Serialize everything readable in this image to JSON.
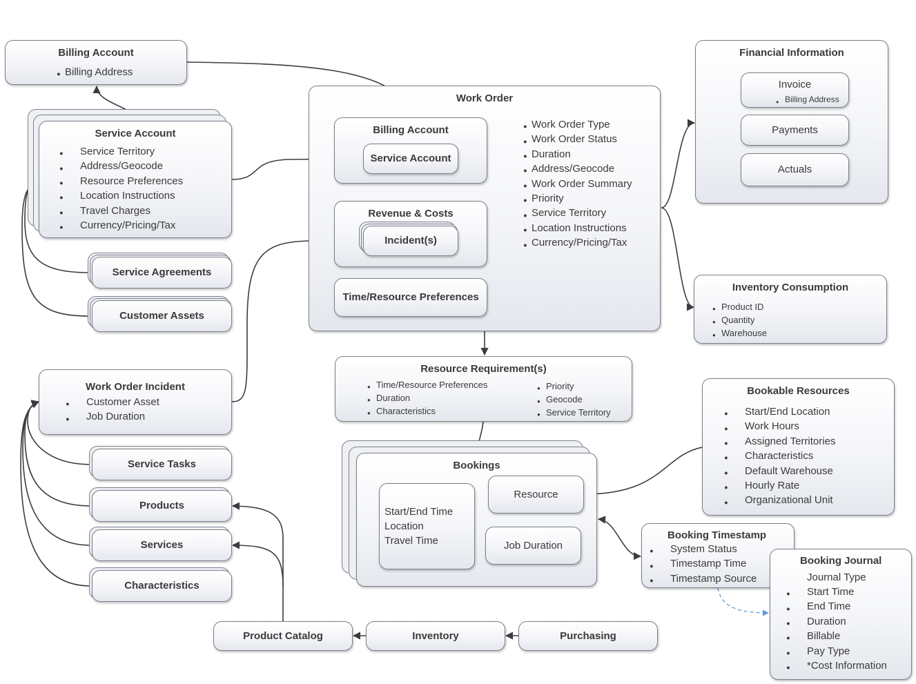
{
  "billing_account_top": {
    "title": "Billing Account",
    "items": [
      "Billing Address"
    ]
  },
  "service_account": {
    "title": "Service Account",
    "items": [
      "Service Territory",
      "Address/Geocode",
      "Resource Preferences",
      "Location Instructions",
      "Travel Charges",
      "Currency/Pricing/Tax"
    ]
  },
  "service_agreements": {
    "label": "Service Agreements"
  },
  "customer_assets": {
    "label": "Customer Assets"
  },
  "work_order": {
    "title": "Work Order",
    "billing_account": {
      "title": "Billing Account",
      "service_account": "Service Account"
    },
    "revenue_costs": {
      "title": "Revenue & Costs",
      "incidents": "Incident(s)"
    },
    "time_resource_preferences": "Time/Resource Preferences",
    "items": [
      "Work Order Type",
      "Work Order Status",
      "Duration",
      "Address/Geocode",
      "Work Order Summary",
      "Priority",
      "Service Territory",
      "Location Instructions",
      "Currency/Pricing/Tax"
    ]
  },
  "financial_information": {
    "title": "Financial Information",
    "invoice": {
      "label": "Invoice",
      "items": [
        "Billing Address"
      ]
    },
    "payments": "Payments",
    "actuals": "Actuals"
  },
  "inventory_consumption": {
    "title": "Inventory Consumption",
    "items": [
      "Product ID",
      "Quantity",
      "Warehouse"
    ]
  },
  "resource_requirements": {
    "title": "Resource Requirement(s)",
    "items_left": [
      "Time/Resource Preferences",
      "Duration",
      "Characteristics"
    ],
    "items_right": [
      "Priority",
      "Geocode",
      "Service Territory"
    ]
  },
  "work_order_incident": {
    "title": "Work Order Incident",
    "items": [
      "Customer Asset",
      "Job Duration"
    ]
  },
  "service_tasks": {
    "label": "Service Tasks"
  },
  "products": {
    "label": "Products"
  },
  "services": {
    "label": "Services"
  },
  "characteristics": {
    "label": "Characteristics"
  },
  "bookings": {
    "title": "Bookings",
    "details": [
      "Start/End Time",
      "Location",
      "Travel Time"
    ],
    "resource": "Resource",
    "job_duration": "Job Duration"
  },
  "bookable_resources": {
    "title": "Bookable Resources",
    "items": [
      "Start/End Location",
      "Work Hours",
      "Assigned Territories",
      "Characteristics",
      "Default Warehouse",
      "Hourly Rate",
      "Organizational Unit"
    ]
  },
  "booking_timestamp": {
    "title": "Booking Timestamp",
    "items": [
      "System Status",
      "Timestamp Time",
      "Timestamp Source"
    ]
  },
  "booking_journal": {
    "title": "Booking Journal",
    "first_item": "Journal Type",
    "items": [
      "Start Time",
      "End Time",
      "Duration",
      "Billable",
      "Pay Type",
      "*Cost Information"
    ]
  },
  "product_catalog": {
    "label": "Product Catalog"
  },
  "inventory": {
    "label": "Inventory"
  },
  "purchasing": {
    "label": "Purchasing"
  }
}
